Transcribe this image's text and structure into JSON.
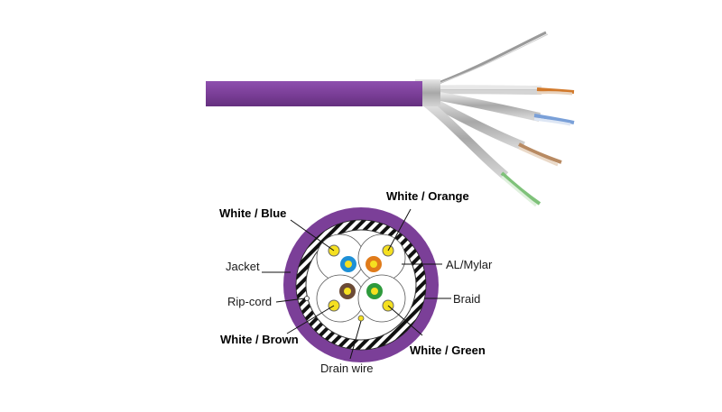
{
  "labels": {
    "white_blue": "White / Blue",
    "white_orange": "White / Orange",
    "jacket": "Jacket",
    "al_mylar": "AL/Mylar",
    "rip_cord": "Rip-cord",
    "braid": "Braid",
    "white_brown": "White / Brown",
    "white_green": "White / Green",
    "drain_wire": "Drain wire"
  },
  "colors": {
    "jacket": "#7b3f98",
    "foil": "#c0c0c0",
    "blue": "#1e90d6",
    "orange": "#e07b1a",
    "brown": "#6b4a36",
    "green": "#2e9a3c",
    "white_core": "#f5e020"
  },
  "icons": [
    "cable-illustration",
    "cross-section-diagram"
  ]
}
